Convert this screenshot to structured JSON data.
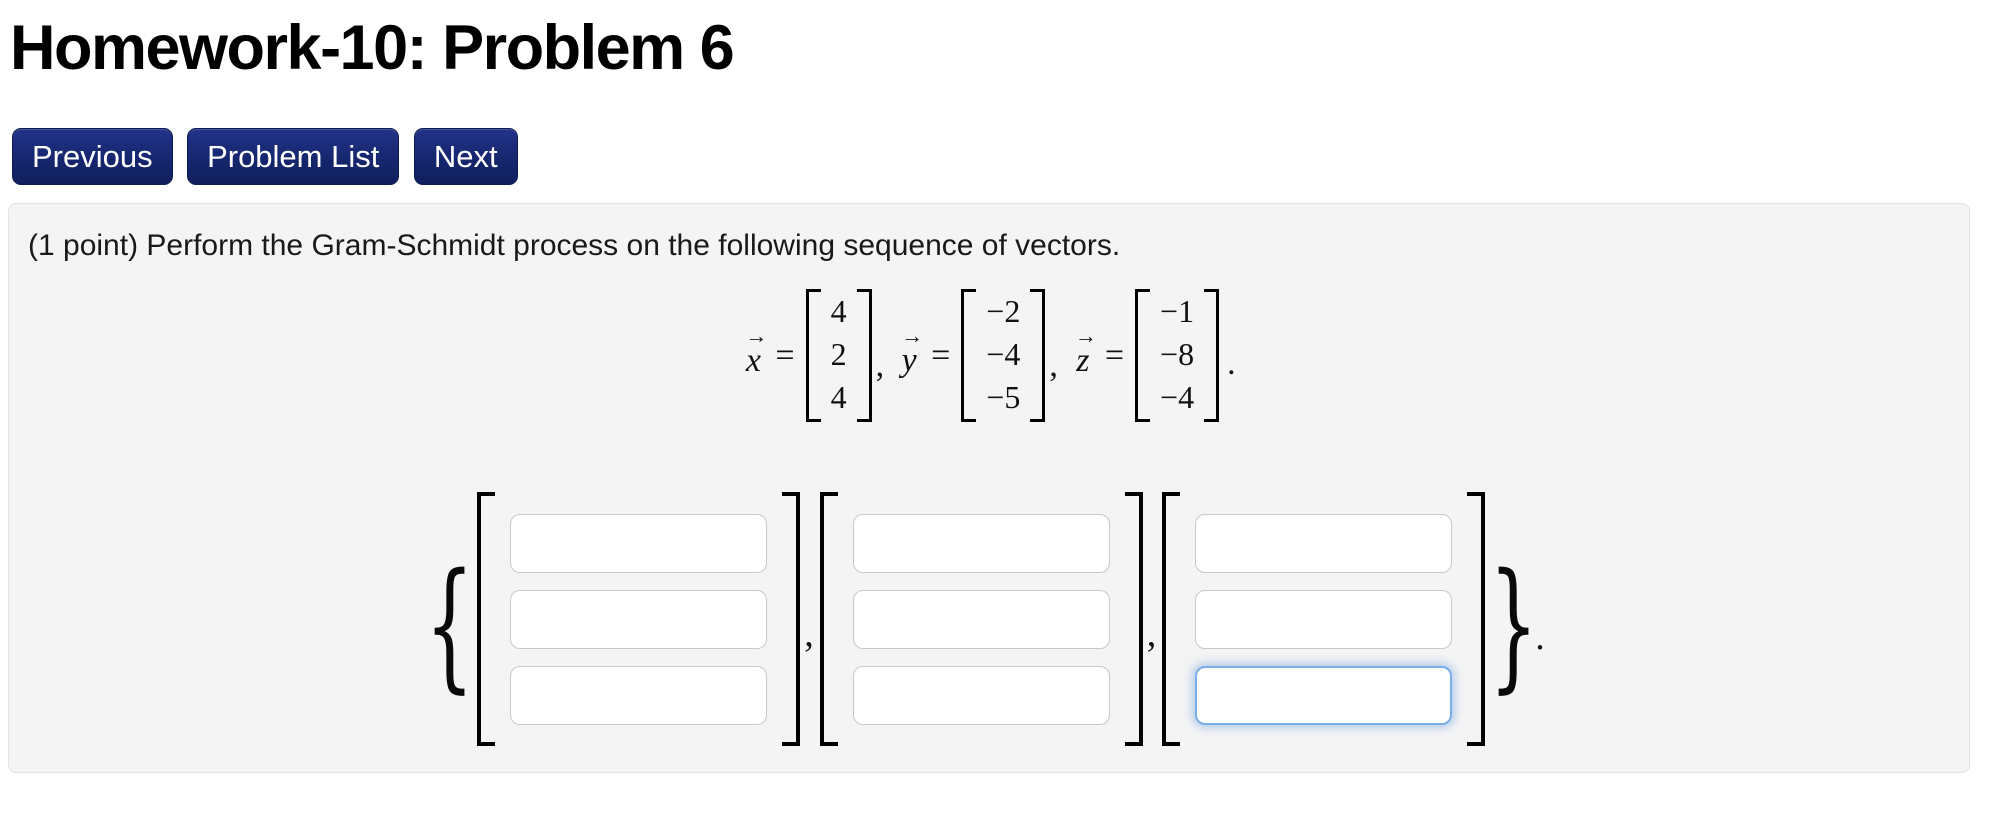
{
  "page": {
    "title": "Homework-10: Problem 6"
  },
  "nav": {
    "previous_label": "Previous",
    "problem_list_label": "Problem List",
    "next_label": "Next"
  },
  "problem": {
    "statement": "(1 point) Perform the Gram-Schmidt process on the following sequence of vectors.",
    "vectors": [
      {
        "name": "x",
        "entries": [
          "4",
          "2",
          "4"
        ]
      },
      {
        "name": "y",
        "entries": [
          "−2",
          "−4",
          "−5"
        ]
      },
      {
        "name": "z",
        "entries": [
          "−1",
          "−8",
          "−4"
        ]
      }
    ]
  },
  "glyphs": {
    "arrow": "→",
    "equals": "=",
    "comma": ",",
    "period": ".",
    "open_brace": "{",
    "close_brace": "}"
  },
  "answer": {
    "rows": 3,
    "columns": 3,
    "values": [
      [
        "",
        "",
        ""
      ],
      [
        "",
        "",
        ""
      ],
      [
        "",
        "",
        ""
      ]
    ],
    "focused": {
      "column": 3,
      "row": 3
    }
  },
  "colors": {
    "button_navy": "#16266e",
    "button_border": "#0d1b52",
    "panel_background": "#f4f4f4",
    "panel_border": "#e2e2e2",
    "input_border": "#c8c8c8",
    "focus_blue": "#7aaee8",
    "math_black": "#000000"
  }
}
